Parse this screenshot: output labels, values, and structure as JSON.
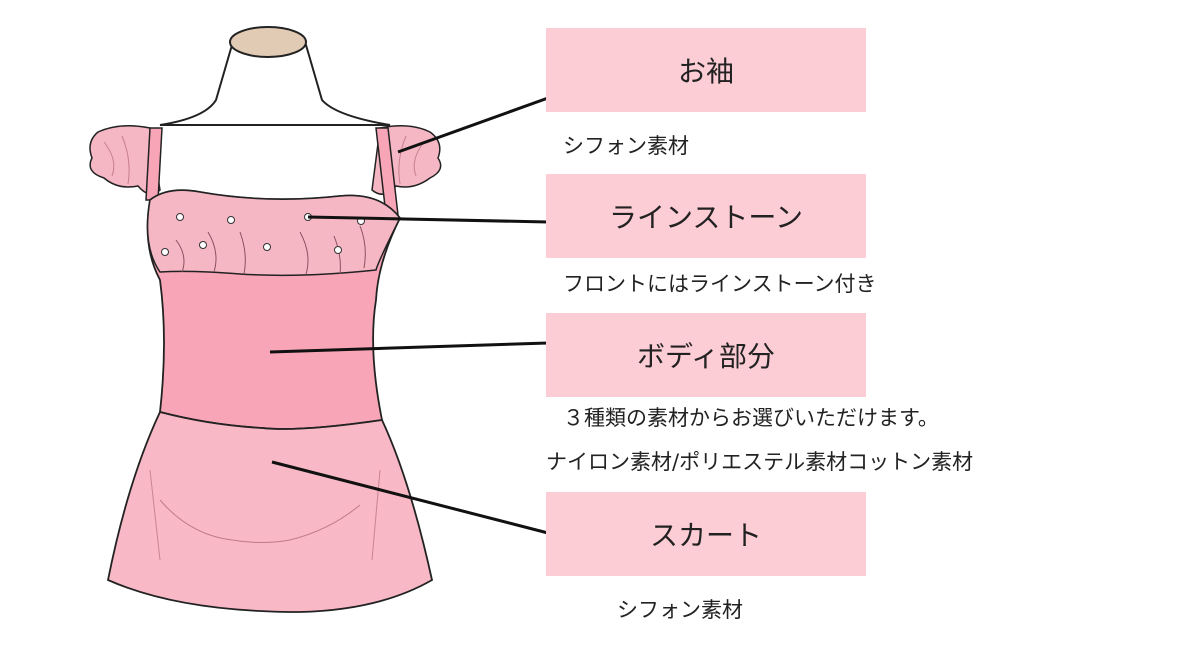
{
  "parts": [
    {
      "key": "sleeve",
      "label": "お袖",
      "description": "シフォン素材"
    },
    {
      "key": "rhinestone",
      "label": "ラインストーン",
      "description": "フロントにはラインストーン付き"
    },
    {
      "key": "body",
      "label": "ボディ部分",
      "description_lines": [
        "３種類の素材からお選びいただけます。",
        "ナイロン素材/ポリエステル素材コットン素材"
      ]
    },
    {
      "key": "skirt",
      "label": "スカート",
      "description": "シフォン素材"
    }
  ],
  "colors": {
    "label_box": "#fdcdd6",
    "garment_body": "#f8a6b7",
    "garment_light": "#f6b7c4",
    "skirt": "#f6a4b6",
    "outline": "#222222",
    "mannequin_cap": "#e2cbb4"
  }
}
